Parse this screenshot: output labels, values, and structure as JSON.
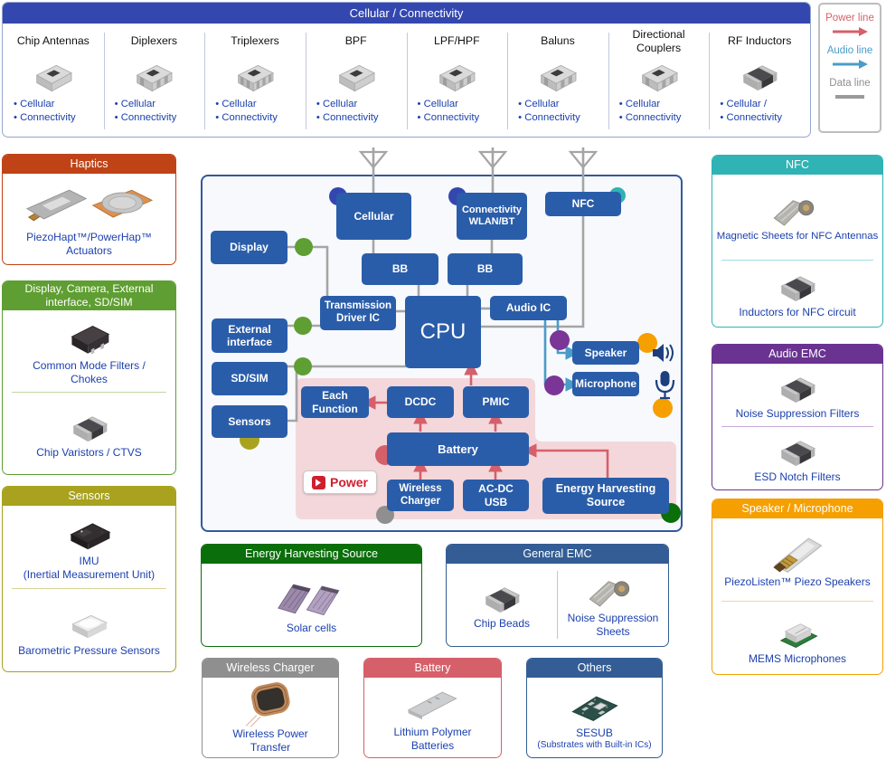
{
  "top_section": {
    "title": "Cellular / Connectivity",
    "products": [
      {
        "name": "Chip Antennas",
        "icon": "chip-flat",
        "bullets": [
          "Cellular",
          "Connectivity"
        ]
      },
      {
        "name": "Diplexers",
        "icon": "chip-terminal",
        "bullets": [
          "Cellular",
          "Connectivity"
        ]
      },
      {
        "name": "Triplexers",
        "icon": "chip-terminal3",
        "bullets": [
          "Cellular",
          "Connectivity"
        ]
      },
      {
        "name": "BPF",
        "icon": "chip-flat",
        "bullets": [
          "Cellular",
          "Connectivity"
        ]
      },
      {
        "name": "LPF/HPF",
        "icon": "chip-terminal",
        "bullets": [
          "Cellular",
          "Connectivity"
        ]
      },
      {
        "name": "Baluns",
        "icon": "chip-terminal",
        "bullets": [
          "Cellular",
          "Connectivity"
        ]
      },
      {
        "name": "Directional Couplers",
        "icon": "chip-terminal",
        "bullets": [
          "Cellular",
          "Connectivity"
        ]
      },
      {
        "name": "RF Inductors",
        "icon": "chip-bead",
        "bullets": [
          "Cellular /",
          "Connectivity"
        ]
      }
    ]
  },
  "legend": {
    "items": [
      {
        "label": "Power line",
        "type": "power",
        "color": "#d5606a"
      },
      {
        "label": "Audio line",
        "type": "audio",
        "color": "#4a9cc7"
      },
      {
        "label": "Data line",
        "type": "data",
        "color": "#8f8f8f"
      }
    ]
  },
  "sections": {
    "haptics": {
      "title": "Haptics",
      "products": [
        {
          "label": "PiezoHapt™/PowerHap™\nActuators",
          "icon": "piezo-actuators"
        }
      ]
    },
    "display_group": {
      "title": "Display, Camera, External\ninterface, SD/SIM",
      "products": [
        {
          "label": "Common Mode Filters /\nChokes",
          "icon": "chip-dark"
        },
        {
          "label": "Chip Varistors / CTVS",
          "icon": "chip-bead"
        }
      ]
    },
    "sensors": {
      "title": "Sensors",
      "products": [
        {
          "label": "IMU\n(Inertial Measurement Unit)",
          "icon": "imu-chip"
        },
        {
          "label": "Barometric Pressure Sensors",
          "icon": "pressure-sensor"
        }
      ]
    },
    "nfc": {
      "title": "NFC",
      "products": [
        {
          "label": "Magnetic Sheets for NFC Antennas",
          "icon": "magnetic-sheet"
        },
        {
          "label": "Inductors for NFC circuit",
          "icon": "chip-bead"
        }
      ]
    },
    "audio_emc": {
      "title": "Audio EMC",
      "products": [
        {
          "label": "Noise Suppression Filters",
          "icon": "chip-bead"
        },
        {
          "label": "ESD Notch Filters",
          "icon": "chip-bead"
        }
      ]
    },
    "speaker_mic": {
      "title": "Speaker / Microphone",
      "products": [
        {
          "label": "PiezoListen™ Piezo Speakers",
          "icon": "piezo-listen"
        },
        {
          "label": "MEMS Microphones",
          "icon": "mems-mic"
        }
      ]
    },
    "energy": {
      "title": "Energy Harvesting Source",
      "products": [
        {
          "label": "Solar cells",
          "icon": "solar-cells"
        }
      ]
    },
    "general_emc": {
      "title": "General EMC",
      "products": [
        {
          "label": "Chip Beads",
          "icon": "chip-bead"
        },
        {
          "label": "Noise Suppression\nSheets",
          "icon": "magnetic-sheet"
        }
      ]
    },
    "wireless": {
      "title": "Wireless Charger",
      "products": [
        {
          "label": "Wireless Power\nTransfer",
          "icon": "wireless-coil"
        }
      ]
    },
    "battery": {
      "title": "Battery",
      "products": [
        {
          "label": "Lithium Polymer\nBatteries",
          "icon": "battery-pouch"
        }
      ]
    },
    "others": {
      "title": "Others",
      "products": [
        {
          "label": "SESUB",
          "sublabel": "(Substrates with Built-in ICs)",
          "icon": "sesub-pcb"
        }
      ]
    }
  },
  "diagram": {
    "blocks": {
      "cellular": "Cellular",
      "connectivity": "Connectivity\nWLAN/BT",
      "nfc": "NFC",
      "bb1": "BB",
      "bb2": "BB",
      "display": "Display",
      "transmission": "Transmission\nDriver IC",
      "cpu": "CPU",
      "audio_ic": "Audio IC",
      "external_interface": "External\ninterface",
      "sdsim": "SD/SIM",
      "sensors": "Sensors",
      "speaker": "Speaker",
      "microphone": "Microphone",
      "each_function": "Each\nFunction",
      "dcdc": "DCDC",
      "pmic": "PMIC",
      "battery": "Battery",
      "wireless_charger": "Wireless\nCharger",
      "acdc_usb": "AC-DC\nUSB",
      "energy_harvesting": "Energy Harvesting\nSource",
      "power_label": "Power"
    }
  }
}
